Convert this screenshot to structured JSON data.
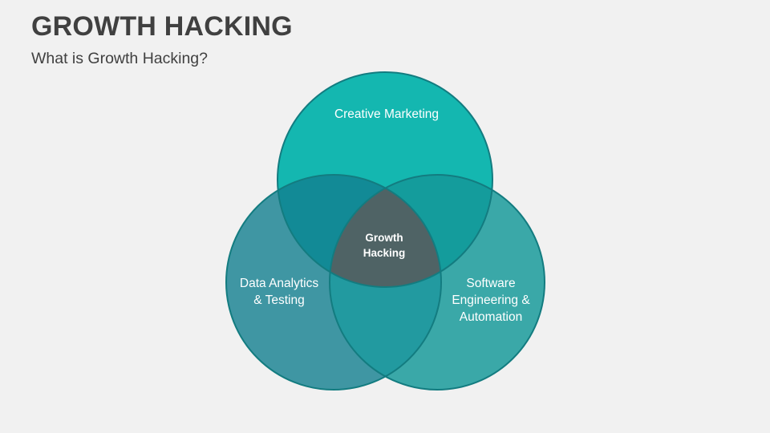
{
  "slide": {
    "title": "GROWTH HACKING",
    "subtitle": "What is Growth Hacking?"
  },
  "venn": {
    "top": {
      "label": "Creative Marketing",
      "color": "#14b7b0"
    },
    "left": {
      "line1": "Data Analytics",
      "line2": "& Testing",
      "color": "#3f96a3"
    },
    "right": {
      "line1": "Software",
      "line2": "Engineering &",
      "line3": "Automation",
      "color": "#3aa8a8"
    },
    "center": {
      "line1": "Growth",
      "line2": "Hacking",
      "color": "#4f6365"
    },
    "colors": {
      "stroke": "#137c80",
      "overlap_top_left": "#128a96",
      "overlap_top_right": "#149c9c",
      "overlap_left_right": "#229aa0"
    }
  }
}
